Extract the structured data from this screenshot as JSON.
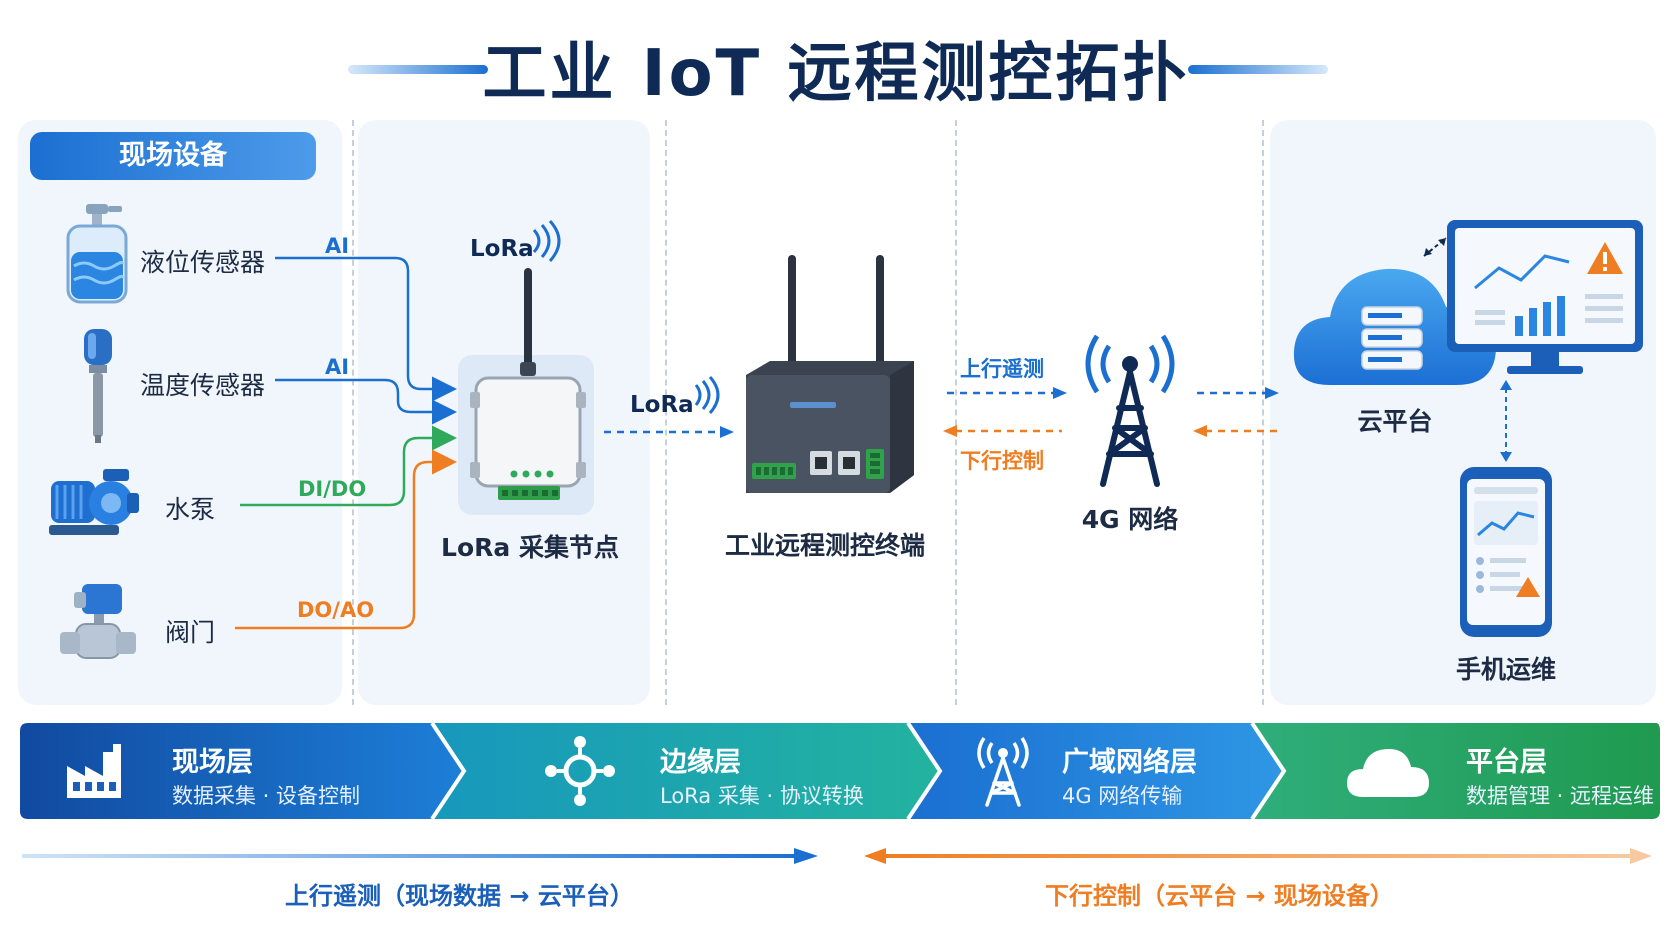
{
  "title": "工业 IoT 远程测控拓扑",
  "field": {
    "header": "现场设备",
    "devices": [
      {
        "label": "液位传感器",
        "signal": "AI",
        "icon": "level-sensor-icon"
      },
      {
        "label": "温度传感器",
        "signal": "AI",
        "icon": "temperature-sensor-icon"
      },
      {
        "label": "水泵",
        "signal": "DI/DO",
        "icon": "water-pump-icon"
      },
      {
        "label": "阀门",
        "signal": "DO/AO",
        "icon": "valve-icon"
      }
    ]
  },
  "lora_node": {
    "badge": "LoRa",
    "label": "LoRa 采集节点"
  },
  "link_lora": "LoRa",
  "terminal": {
    "label": "工业远程测控终端"
  },
  "uplink": "上行遥测",
  "downlink": "下行控制",
  "network": {
    "label": "4G 网络"
  },
  "cloud": {
    "label": "云平台"
  },
  "mobile": {
    "label": "手机运维"
  },
  "layers": [
    {
      "title": "现场层",
      "subtitle": "数据采集 · 设备控制",
      "icon": "factory-icon"
    },
    {
      "title": "边缘层",
      "subtitle": "LoRa 采集 · 协议转换",
      "icon": "hub-icon"
    },
    {
      "title": "广域网络层",
      "subtitle": "4G 网络传输",
      "icon": "tower-icon"
    },
    {
      "title": "平台层",
      "subtitle": "数据管理 · 远程运维",
      "icon": "cloud-icon"
    }
  ],
  "footer": {
    "up": "上行遥测（现场数据 → 云平台）",
    "down": "下行控制（云平台 → 现场设备）"
  },
  "colors": {
    "blue": "#1b6fd1",
    "green": "#2eaa5a",
    "orange": "#ef7d22",
    "navy": "#0e2a55"
  }
}
